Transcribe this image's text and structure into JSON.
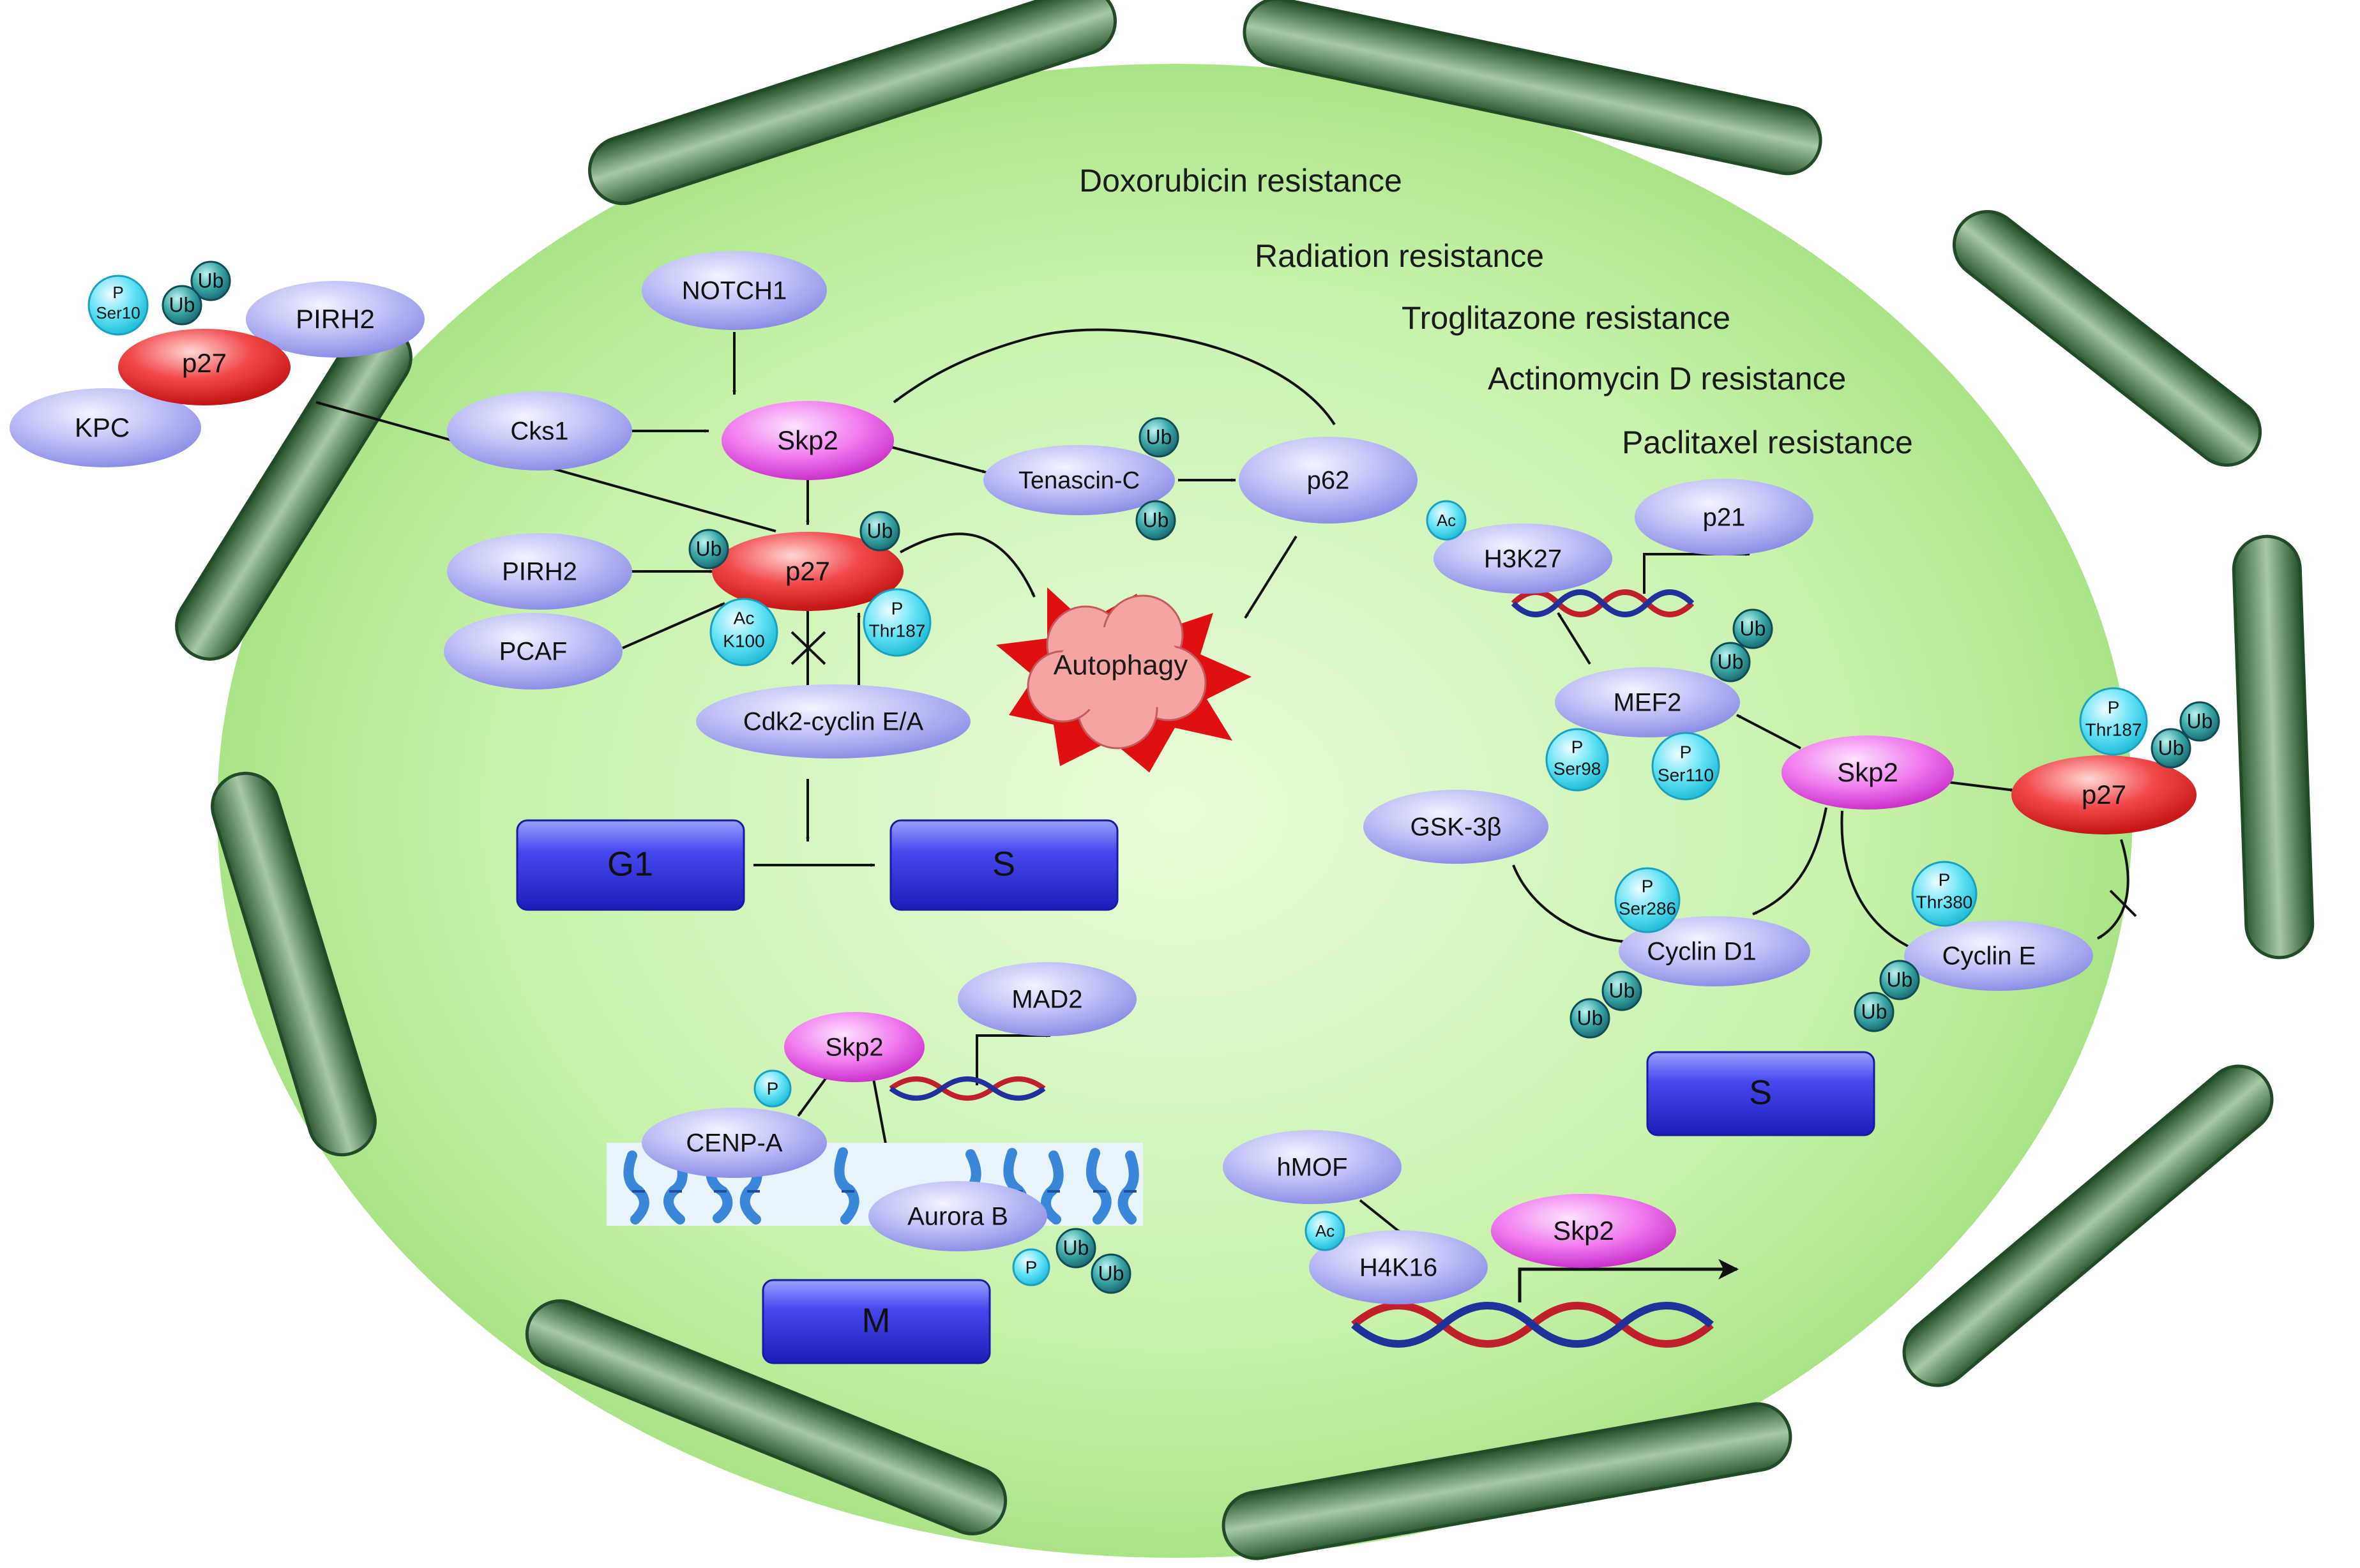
{
  "resistances": [
    "Doxorubicin resistance",
    "Radiation resistance",
    "Troglitazone resistance",
    "Actinomycin D resistance",
    "Paclitaxel resistance"
  ],
  "proteins": {
    "notch1": "NOTCH1",
    "cks1": "Cks1",
    "skp2_main": "Skp2",
    "tenascin": "Tenascin-C",
    "p62": "p62",
    "pirh2_in": "PIRH2",
    "pcaf": "PCAF",
    "p27_main": "p27",
    "cdk2": "Cdk2-cyclin E/A",
    "pirh2_out": "PIRH2",
    "kpc": "KPC",
    "p27_out": "p27",
    "p21": "p21",
    "h3k27": "H3K27",
    "mef2": "MEF2",
    "skp2_right": "Skp2",
    "p27_right": "p27",
    "gsk3b": "GSK-3β",
    "cyclin_d1": "Cyclin D1",
    "cyclin_e": "Cyclin E",
    "mad2": "MAD2",
    "skp2_mitosis": "Skp2",
    "cenpa": "CENP-A",
    "aurora_b": "Aurora B",
    "hmof": "hMOF",
    "h4k16": "H4K16",
    "skp2_bottom": "Skp2"
  },
  "phases": {
    "g1": "G1",
    "s_left": "S",
    "s_right": "S",
    "m": "M"
  },
  "autophagy": "Autophagy",
  "modifications": {
    "ub": "Ub",
    "p": "P",
    "ac": "Ac",
    "ser10": "Ser10",
    "k100": "K100",
    "thr187": "Thr187",
    "ser98": "Ser98",
    "ser110": "Ser110",
    "ser286": "Ser286",
    "thr380": "Thr380"
  },
  "colors": {
    "cell_fill": "#c2f0a4",
    "membrane": "#3f7a46",
    "protein": "#b9baf5",
    "skp2": "#ee55ee",
    "p27": "#ee2222",
    "phase_box": "#3535e0",
    "ub": "#1f8a8a",
    "phospho": "#33d6f0",
    "autophagy": "#f5a0a0",
    "dna_red": "#c0202a",
    "dna_blue": "#22309a"
  }
}
